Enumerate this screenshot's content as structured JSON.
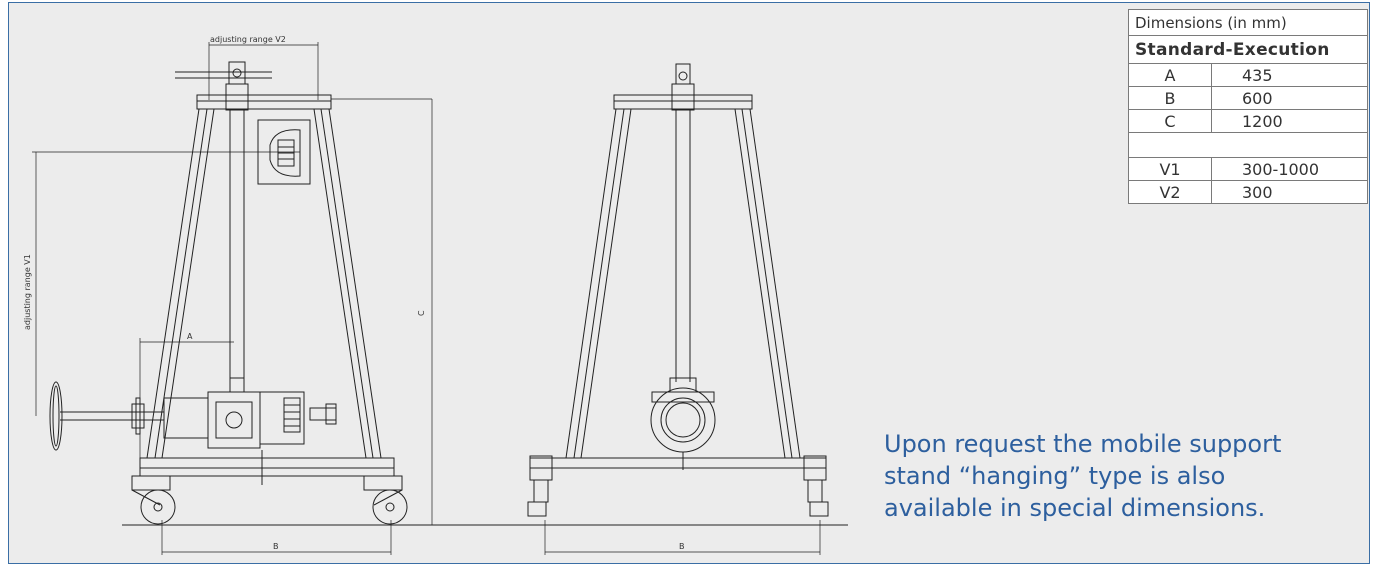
{
  "table": {
    "title": "Dimensions (in mm)",
    "subtitle": "Standard-Execution",
    "rows": [
      {
        "label": "A",
        "value": "435"
      },
      {
        "label": "B",
        "value": "600"
      },
      {
        "label": "C",
        "value": "1200"
      }
    ],
    "rows2": [
      {
        "label": "V1",
        "value": "300-1000"
      },
      {
        "label": "V2",
        "value": "300"
      }
    ]
  },
  "note": "Upon request the mobile support stand “hanging” type is also available in special dimensions.",
  "drawing": {
    "label_v2": "adjusting range V2",
    "label_v1": "adjusting range V1",
    "label_a": "A",
    "label_b_left": "B",
    "label_b_right": "B",
    "label_c": "C"
  },
  "colors": {
    "border": "#3a6ea5",
    "note": "#2d5f9e",
    "background": "#ececec"
  }
}
